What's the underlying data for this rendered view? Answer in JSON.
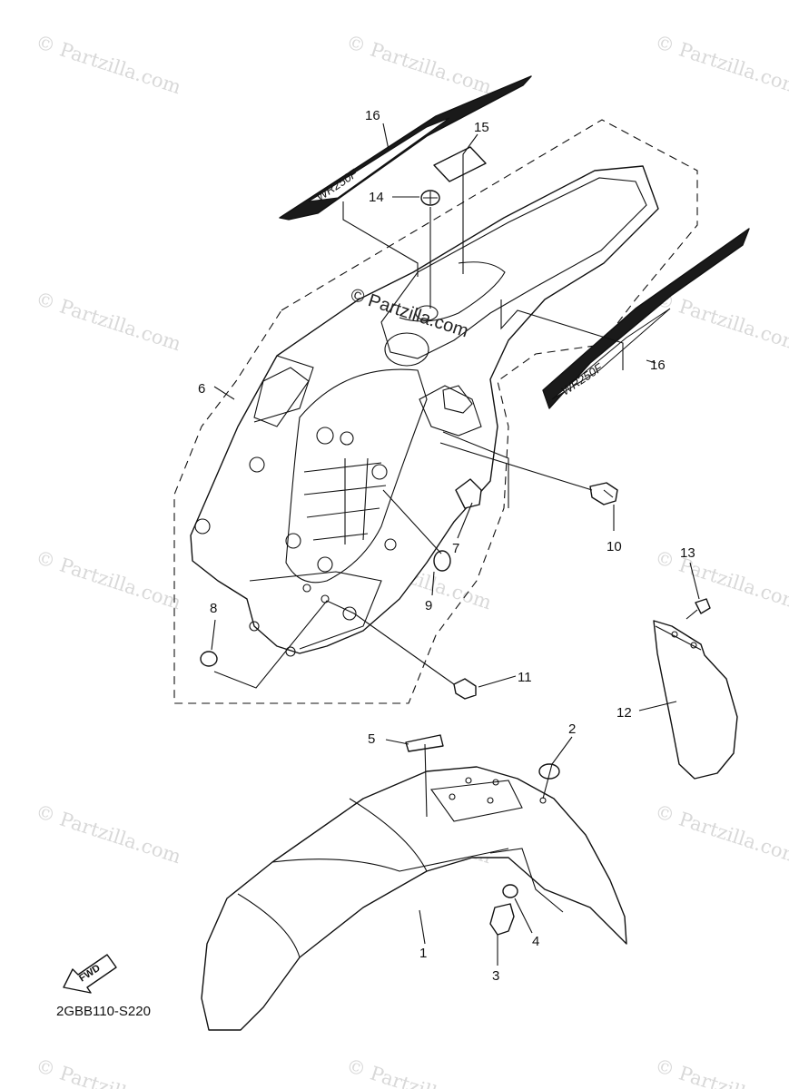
{
  "diagram": {
    "code": "2GBB110-S220",
    "fwd_label": "FWD",
    "watermark": "© Partzilla.com",
    "center_watermark": "© Partzilla.com",
    "decal_text": "WR250F",
    "callouts": {
      "c1": "1",
      "c2": "2",
      "c3": "3",
      "c4": "4",
      "c5": "5",
      "c6": "6",
      "c7": "7",
      "c8": "8",
      "c9": "9",
      "c10": "10",
      "c11": "11",
      "c12": "12",
      "c13": "13",
      "c14": "14",
      "c15": "15",
      "c16a": "16",
      "c16b": "16"
    }
  }
}
